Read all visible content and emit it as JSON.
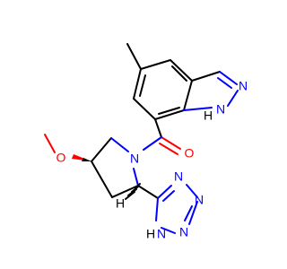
{
  "diagram": {
    "atoms": {
      "methyl_carbon": {
        "element": "C",
        "label": ""
      },
      "indazole_n1": {
        "element": "N",
        "label": "N"
      },
      "indazole_nh": {
        "element": "N",
        "label": "N"
      },
      "indazole_nh_h": {
        "element": "H",
        "label": "H"
      },
      "carbonyl_o": {
        "element": "O",
        "label": "O"
      },
      "methoxy_o": {
        "element": "O",
        "label": "O"
      },
      "pyrrolidine_n": {
        "element": "N",
        "label": "N"
      },
      "stereo_h": {
        "element": "H",
        "label": "H"
      },
      "triazole_n_top": {
        "element": "N",
        "label": "N"
      },
      "triazole_n_right": {
        "element": "N",
        "label": "N"
      },
      "triazole_nh": {
        "element": "N",
        "label": "N"
      },
      "triazole_nh_h": {
        "element": "H",
        "label": "H"
      }
    },
    "colors": {
      "carbon": "#000000",
      "nitrogen": "#0000ff",
      "oxygen": "#ff0000",
      "background": "#ffffff"
    }
  }
}
